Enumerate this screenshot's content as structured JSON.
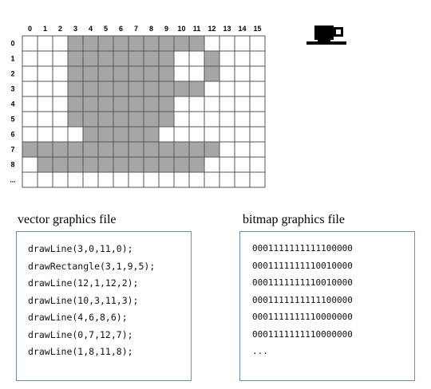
{
  "grid": {
    "column_labels": [
      "0",
      "1",
      "2",
      "3",
      "4",
      "5",
      "6",
      "7",
      "8",
      "9",
      "10",
      "11",
      "12",
      "13",
      "14",
      "15"
    ],
    "row_labels": [
      "0",
      "1",
      "2",
      "3",
      "4",
      "5",
      "6",
      "7",
      "8",
      "..."
    ],
    "colors": {
      "filled": "#a6a6a6",
      "empty": "#ffffff",
      "line": "#555555"
    },
    "filled_cells": [
      [
        3,
        4,
        5,
        6,
        7,
        8,
        9,
        10,
        11
      ],
      [
        3,
        4,
        5,
        6,
        7,
        8,
        9,
        12
      ],
      [
        3,
        4,
        5,
        6,
        7,
        8,
        9,
        12
      ],
      [
        3,
        4,
        5,
        6,
        7,
        8,
        9,
        10,
        11
      ],
      [
        3,
        4,
        5,
        6,
        7,
        8,
        9
      ],
      [
        3,
        4,
        5,
        6,
        7,
        8,
        9
      ],
      [
        4,
        5,
        6,
        7,
        8
      ],
      [
        0,
        1,
        2,
        3,
        4,
        5,
        6,
        7,
        8,
        9,
        10,
        11,
        12
      ],
      [
        1,
        2,
        3,
        4,
        5,
        6,
        7,
        8,
        9,
        10,
        11
      ],
      []
    ]
  },
  "cup_icon": {
    "name": "coffee-cup-icon"
  },
  "vector_panel": {
    "caption": "vector graphics file",
    "lines": [
      "drawLine(3,0,11,0);",
      "drawRectangle(3,1,9,5);",
      "drawLine(12,1,12,2);",
      "drawLine(10,3,11,3);",
      "drawLine(4,6,8,6);",
      "drawLine(0,7,12,7);",
      "drawLine(1,8,11,8);"
    ]
  },
  "bitmap_panel": {
    "caption": "bitmap graphics file",
    "lines": [
      "0001111111111100000",
      "0001111111110010000",
      "0001111111110010000",
      "0001111111111100000",
      "0001111111110000000",
      "0001111111110000000",
      "..."
    ]
  }
}
